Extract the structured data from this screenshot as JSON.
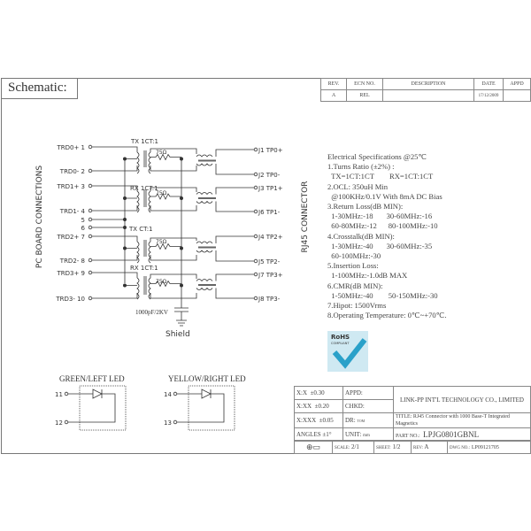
{
  "header": {
    "title": "Schematic:"
  },
  "revision_table": {
    "headers": [
      "REV.",
      "ECN NO.",
      "DESCRIPTION",
      "DATE",
      "APPD"
    ],
    "rows": [
      [
        "A",
        "REL",
        "",
        "17/12/2009",
        ""
      ]
    ]
  },
  "schematic": {
    "left_heading": "PC BOARD CONNECTIONS",
    "right_heading": "RJ45 CONNECTOR",
    "left_pins": [
      {
        "label": "TRD0+",
        "num": "1"
      },
      {
        "label": "TRD0-",
        "num": "2"
      },
      {
        "label": "TRD1+",
        "num": "3"
      },
      {
        "label": "TRD1-",
        "num": "4"
      },
      {
        "label": "",
        "num": "5"
      },
      {
        "label": "",
        "num": "6"
      },
      {
        "label": "TRD2+",
        "num": "7"
      },
      {
        "label": "TRD2-",
        "num": "8"
      },
      {
        "label": "TRD3+",
        "num": "9"
      },
      {
        "label": "TRD3-",
        "num": "10"
      }
    ],
    "right_pins": [
      {
        "label": "J1",
        "sig": "TP0+"
      },
      {
        "label": "J2",
        "sig": "TP0-"
      },
      {
        "label": "J3",
        "sig": "TP1+"
      },
      {
        "label": "J6",
        "sig": "TP1-"
      },
      {
        "label": "J4",
        "sig": "TP2+"
      },
      {
        "label": "J5",
        "sig": "TP2-"
      },
      {
        "label": "J7",
        "sig": "TP3+"
      },
      {
        "label": "J8",
        "sig": "TP3-"
      }
    ],
    "transformers": [
      "TX 1CT:1",
      "RX 1CT:1",
      "TX CT:1",
      "RX 1CT:1"
    ],
    "resistor": "75Ω",
    "capacitor": "1000pF/2KV",
    "shield": "Shield"
  },
  "specs": {
    "lines": [
      "Electrical Specifications @25℃",
      "1.Turns Ratio (±2%) :",
      "  TX=1CT:1CT        RX=1CT:1CT",
      "2.OCL: 350uH Min",
      "  @100KHz/0.1V With 8mA DC Bias",
      "3.Return Loss(dB MIN):",
      "  1-30MHz:-18       30-60MHz:-16",
      "  60-80MHz:-12      80-100MHz:-10",
      "4.Crosstalk(dB MIN):",
      "  1-30MHz:-40       30-60MHz:-35",
      "  60-100MHz:-30",
      "5.Insertion Loss:",
      "  1-100MHz:-1.0dB MAX",
      "6.CMR(dB MIN):",
      "  1-50MHz:-40        50-150MHz:-30",
      "7.Hipot: 1500Vrms",
      "8.Operating Temperature: 0℃~+70℃."
    ]
  },
  "rohs": {
    "text": "RoHS",
    "sub": "COMPLIANT"
  },
  "leds": {
    "green": {
      "title": "GREEN/LEFT LED",
      "pins": [
        "11",
        "12"
      ]
    },
    "yellow": {
      "title": "YELLOW/RIGHT LED",
      "pins": [
        "14",
        "13"
      ]
    }
  },
  "title_block": {
    "tol": [
      [
        "X:X",
        "±0.30"
      ],
      [
        "X:XX",
        "±0.20"
      ],
      [
        "X:XXX",
        "±0.05"
      ],
      [
        "ANGLES",
        "±1°"
      ]
    ],
    "appd": "APPD:",
    "chkd": "CHKD:",
    "dr": "DR:",
    "dr_val": "TOM",
    "unit": "UNIT:",
    "unit_val": "mm",
    "company": "LINK-PP INT'L TECHNOLOGY CO., LIMITED",
    "title_label": "TITLE:",
    "title": "RJ45 Connector with 1000 Base-T Integrated Magnetics",
    "part_label": "PART NO.:",
    "part": "LPJG0801GBNL",
    "scale_label": "SCALE:",
    "scale": "2/1",
    "sheet_label": "SHEET:",
    "sheet": "1/2",
    "rev_label": "REV:",
    "rev": "A",
    "dwg_label": "DWG NO.:",
    "dwg": "LP09121705"
  }
}
